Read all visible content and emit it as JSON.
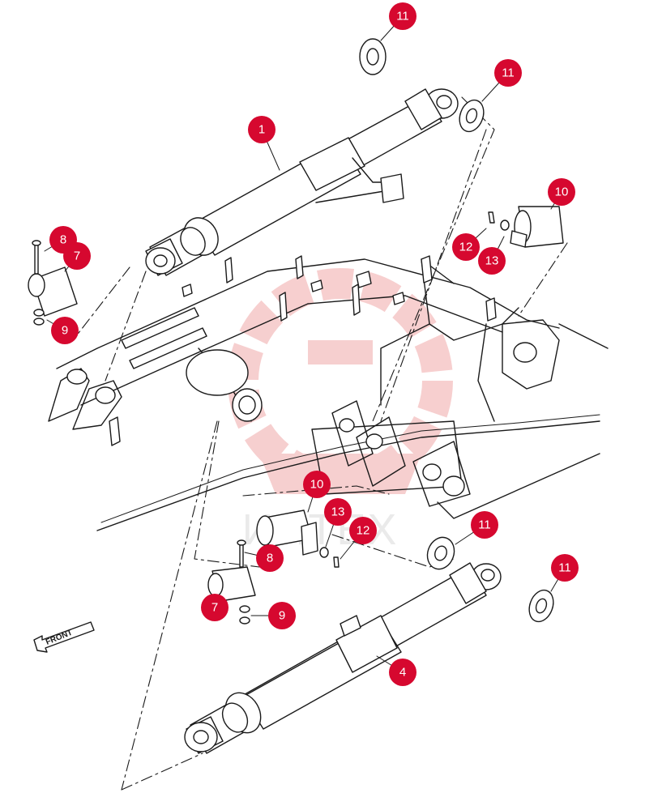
{
  "diagram": {
    "watermark_text": "ИНТЕХ",
    "front_label": "FRONT",
    "callouts": [
      {
        "label": "11"
      },
      {
        "label": "11"
      },
      {
        "label": "1"
      },
      {
        "label": "10"
      },
      {
        "label": "8"
      },
      {
        "label": "7"
      },
      {
        "label": "12"
      },
      {
        "label": "13"
      },
      {
        "label": "9"
      },
      {
        "label": "10"
      },
      {
        "label": "13"
      },
      {
        "label": "12"
      },
      {
        "label": "11"
      },
      {
        "label": "8"
      },
      {
        "label": "11"
      },
      {
        "label": "7"
      },
      {
        "label": "9"
      },
      {
        "label": "4"
      }
    ],
    "colors": {
      "callout": "#d6082f",
      "line": "#1a1a1a",
      "watermark": "#f2c4c4"
    }
  }
}
